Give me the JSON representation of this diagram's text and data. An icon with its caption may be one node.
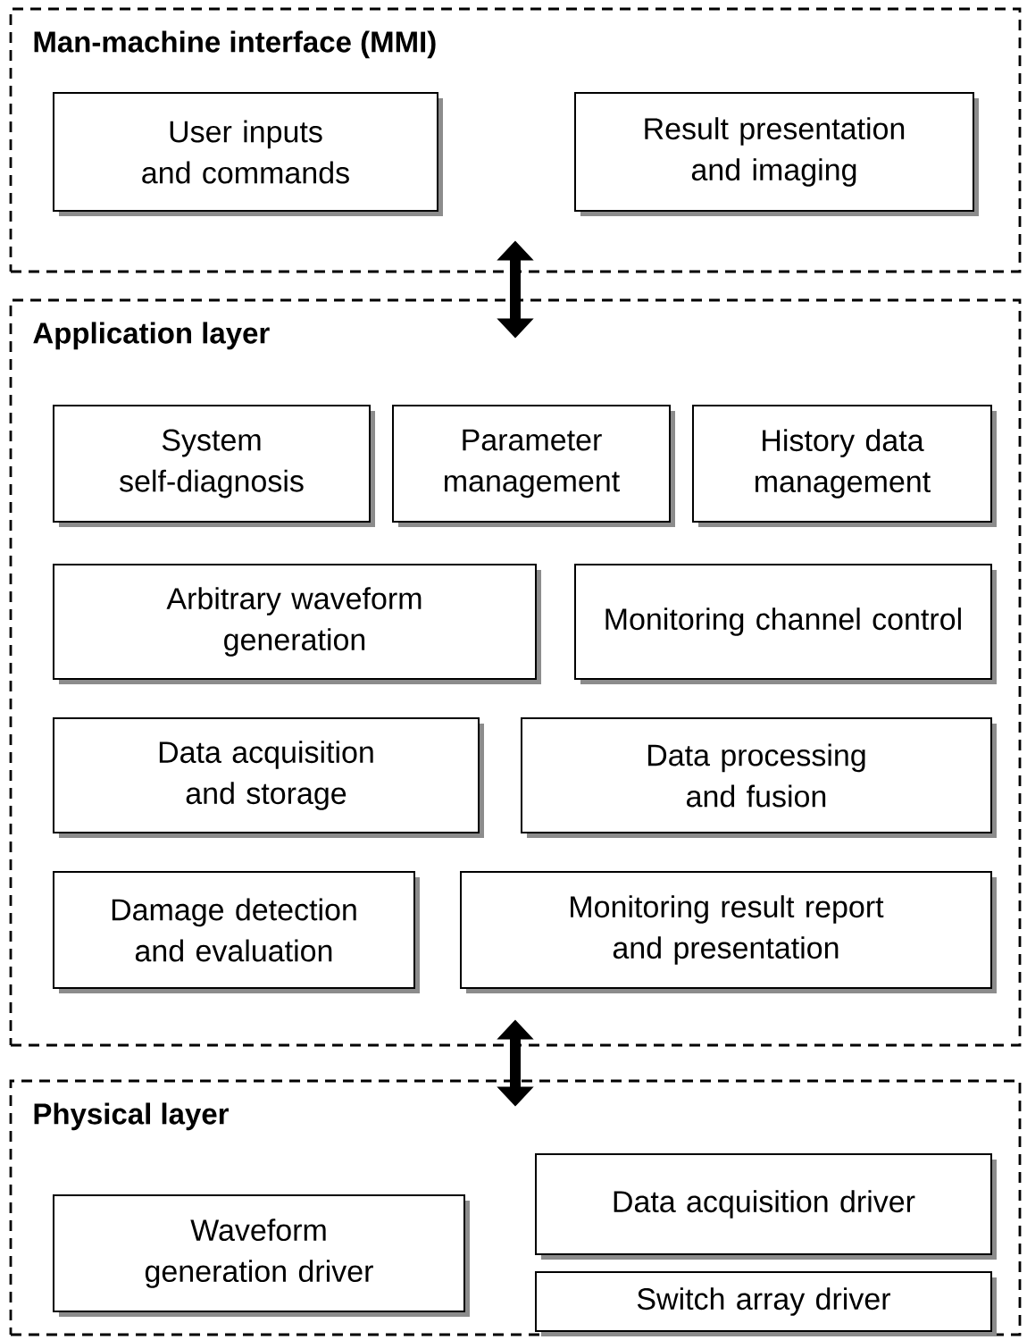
{
  "diagram": {
    "nodes": [
      {
        "text": [
          "Man-machine interface (MMI)"
        ]
      },
      {
        "text": [
          "User inputs and commands"
        ],
        "in": 0
      },
      {
        "text": [
          "Result presentation and imaging"
        ],
        "in": 0
      },
      {
        "text": [
          "Application layer"
        ]
      },
      {
        "text": [
          "System self-diagnosis"
        ],
        "in": 3
      },
      {
        "text": [
          "Parameter management"
        ],
        "in": 3
      },
      {
        "text": [
          "History data management"
        ],
        "in": 3
      },
      {
        "text": [
          "Arbitrary waveform generation"
        ],
        "in": 3
      },
      {
        "text": [
          "Monitoring channel control"
        ],
        "in": 3
      },
      {
        "text": [
          "Data acquisition and storage"
        ],
        "in": 3
      },
      {
        "text": [
          "Data processing and fusion"
        ],
        "in": 3
      },
      {
        "text": [
          "Damage detection and evaluation"
        ],
        "in": 3
      },
      {
        "text": [
          "Monitoring result report and presentation"
        ],
        "in": 3
      },
      {
        "text": [
          "Physical layer"
        ]
      },
      {
        "text": [
          "Waveform generation driver"
        ],
        "in": 13
      },
      {
        "text": [
          "Data acquisition driver"
        ],
        "in": 13
      },
      {
        "text": [
          "Switch array driver"
        ],
        "in": 13
      }
    ],
    "edges": [
      {
        "from": 0,
        "to": 3,
        "arrow": "both"
      },
      {
        "from": 3,
        "to": 13,
        "arrow": "both"
      }
    ]
  }
}
